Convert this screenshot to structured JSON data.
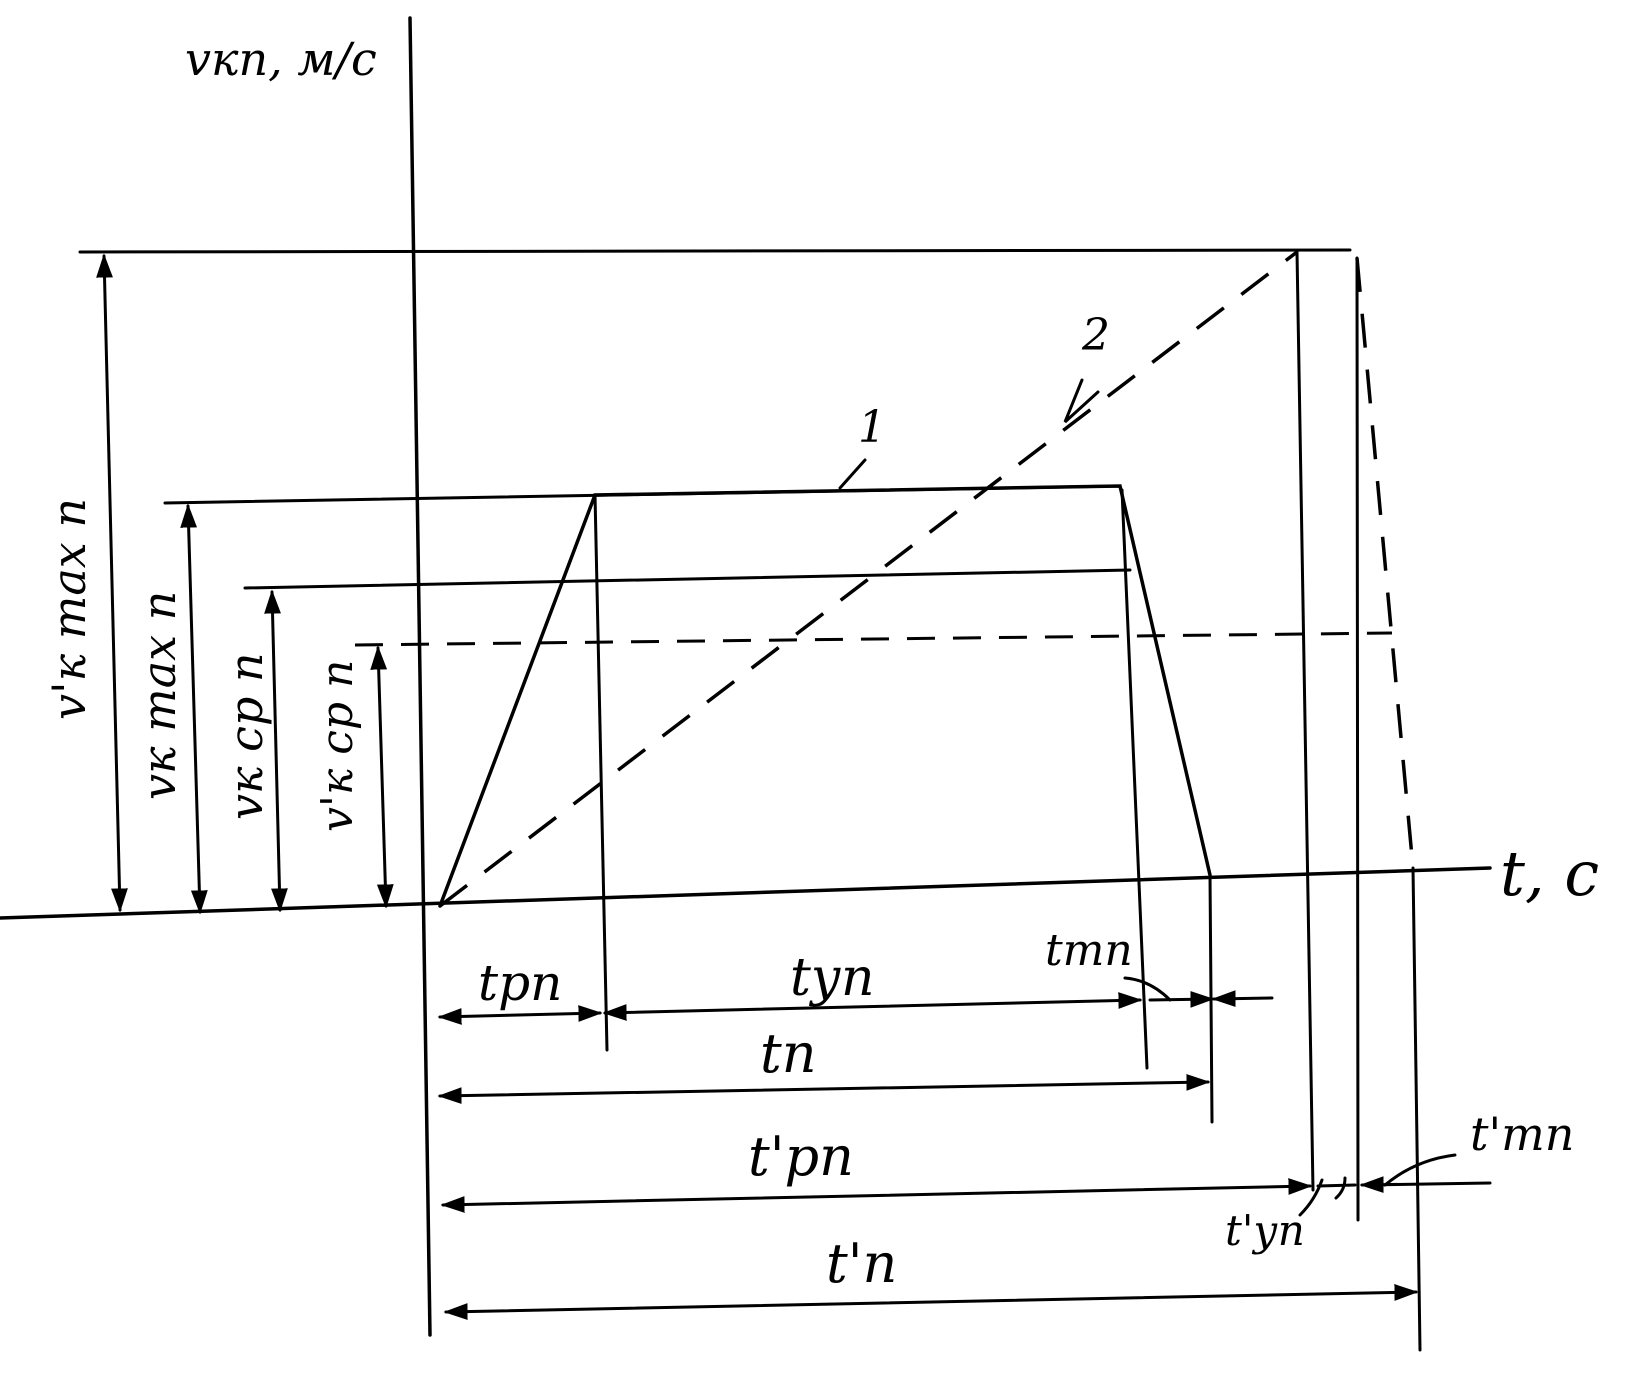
{
  "labels": {
    "y_axis": "vкп, м/с",
    "x_axis": "t, с",
    "curve_1": "1",
    "curve_2": "2",
    "v_max_prime": "v'к max п",
    "v_max": "vк max п",
    "v_avg": "vк ср п",
    "v_avg_prime": "v'к ср п",
    "t_rp": "tрп",
    "t_up": "tуп",
    "t_tp": "tтп",
    "t_p": "tп",
    "t_rp_prime": "t'рп",
    "t_tp_prime": "t'тп",
    "t_up_prime": "t'уп",
    "t_p_prime": "t'п"
  },
  "colors": {
    "ink": "#000000",
    "paper": "#ffffff"
  }
}
